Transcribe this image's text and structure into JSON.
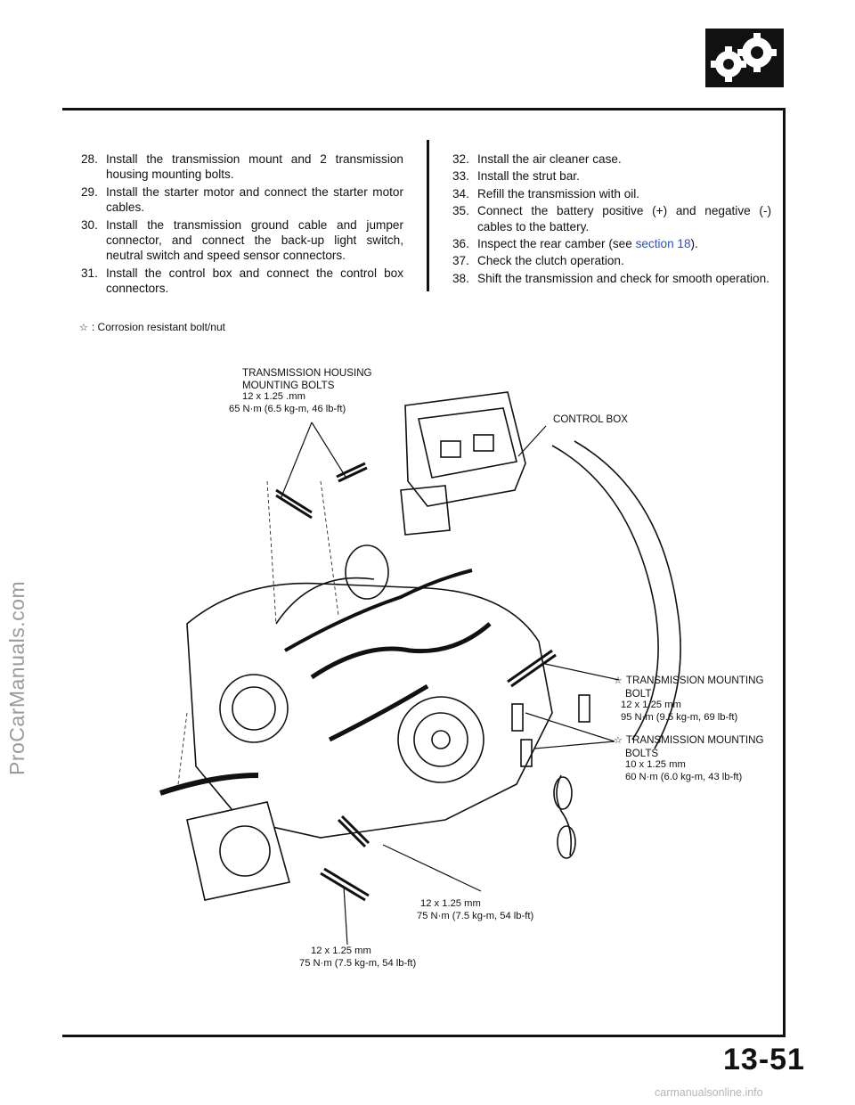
{
  "instructions_left": [
    {
      "num": "28.",
      "text": "Install the transmission mount and 2 transmission housing mounting bolts."
    },
    {
      "num": "29.",
      "text": "Install the starter motor and connect the starter motor cables."
    },
    {
      "num": "30.",
      "text": "Install the transmission ground cable and jumper connector, and connect the back-up light switch, neutral switch and speed sensor connectors."
    },
    {
      "num": "31.",
      "text": "Install the control box and connect the control box connectors."
    }
  ],
  "instructions_right": [
    {
      "num": "32.",
      "text": "Install the air cleaner case."
    },
    {
      "num": "33.",
      "text": "Install the strut bar."
    },
    {
      "num": "34.",
      "text": "Refill the transmission with oil."
    },
    {
      "num": "35.",
      "text": "Connect the battery positive (+) and negative (-) cables to the battery."
    },
    {
      "num": "36.",
      "text_before": "Inspect the rear camber (see ",
      "link": "section 18",
      "text_after": ")."
    },
    {
      "num": "37.",
      "text": "Check the clutch operation."
    },
    {
      "num": "38.",
      "text": "Shift the transmission and check for smooth operation."
    }
  ],
  "legend": {
    "symbol": "☆",
    "text": ": Corrosion resistant bolt/nut"
  },
  "callouts": {
    "housing_bolts": {
      "line1": "TRANSMISSION HOUSING",
      "line2": "MOUNTING BOLTS",
      "spec1": "12 x 1.25 .mm",
      "spec2": "65 N·m (6.5 kg-m, 46 lb-ft)"
    },
    "control_box": {
      "label": "CONTROL BOX"
    },
    "mount_bolt": {
      "line1": "TRANSMISSION MOUNTING",
      "line2": "BOLT",
      "spec1": "12 x 1.25 mm",
      "spec2": "95 N·m (9.5 kg-m, 69 lb-ft)"
    },
    "mount_bolts": {
      "line1": "TRANSMISSION MOUNTING",
      "line2": "BOLTS",
      "spec1": "10 x 1.25 mm",
      "spec2": "60 N·m (6.0 kg-m, 43 lb-ft)"
    },
    "lower_bolt_a": {
      "spec1": "12 x 1.25 mm",
      "spec2": "75 N·m (7.5 kg-m, 54 lb-ft)"
    },
    "lower_bolt_b": {
      "spec1": "12 x 1.25 mm",
      "spec2": "75 N·m (7.5 kg-m, 54 lb-ft)"
    }
  },
  "watermark": "ProCarManuals.com",
  "page_number": "13-51",
  "footer_url": "carmanualsonline.info",
  "logo_icon": "gears-icon"
}
